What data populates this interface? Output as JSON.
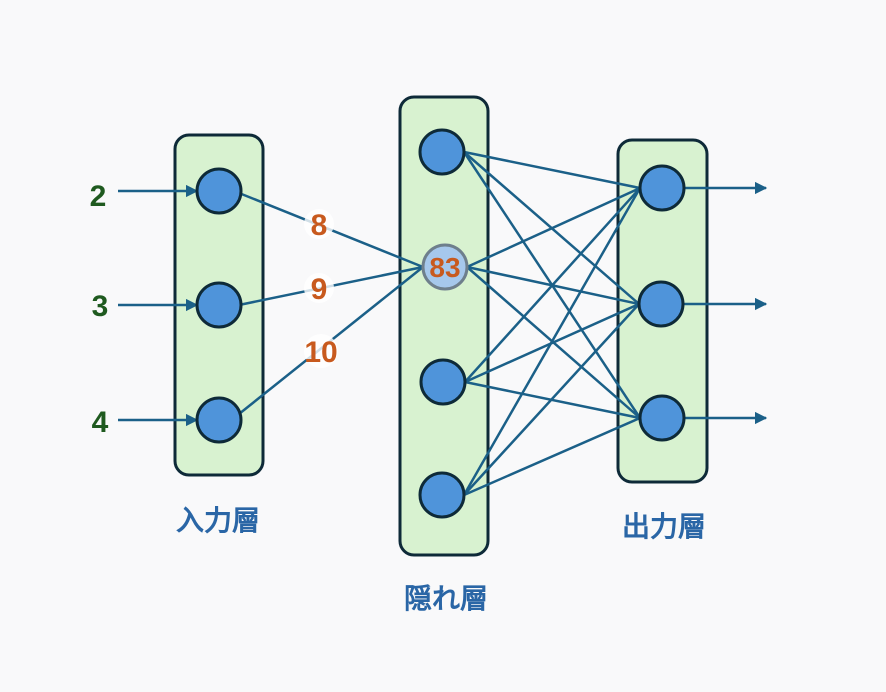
{
  "colors": {
    "layer_fill": "#d8f2d0",
    "layer_stroke": "#0e2a38",
    "node_fill": "#4f94da",
    "node_stroke": "#0e2a38",
    "highlight_node_fill": "#a6c8ec",
    "highlight_node_stroke": "#6e7f8c",
    "edge": "#1b6088",
    "label": "#2a66a6",
    "input_value": "#1f5a1f",
    "weight_value": "#c85a1e"
  },
  "layers": {
    "input": {
      "label": "入力層",
      "node_count": 3
    },
    "hidden": {
      "label": "隠れ層",
      "node_count": 4
    },
    "output": {
      "label": "出力層",
      "node_count": 3
    }
  },
  "inputs": [
    "2",
    "3",
    "4"
  ],
  "weights": [
    "8",
    "9",
    "10"
  ],
  "highlighted_hidden_node": {
    "index": 1,
    "value": "83"
  }
}
